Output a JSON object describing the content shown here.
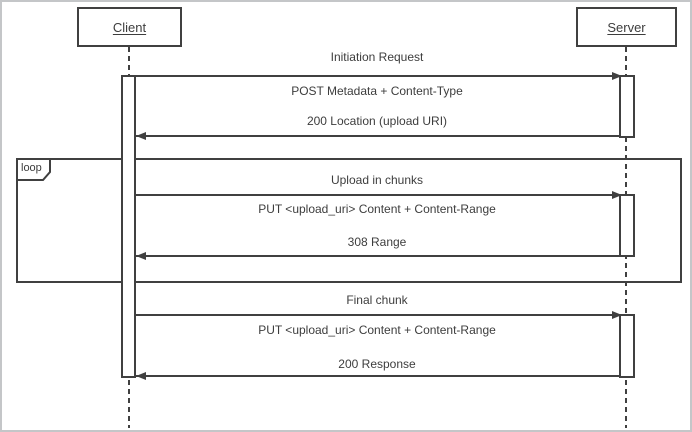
{
  "actors": [
    {
      "name": "Client"
    },
    {
      "name": "Server"
    }
  ],
  "loop_frame": {
    "label": "loop"
  },
  "sections": [
    {
      "title": "Initiation Request",
      "request": "POST Metadata + Content-Type",
      "response": "200 Location (upload URI)"
    },
    {
      "title": "Upload in chunks",
      "request": "PUT <upload_uri> Content + Content-Range",
      "response": "308 Range"
    },
    {
      "title": "Final chunk",
      "request": "PUT <upload_uri> Content + Content-Range",
      "response": "200 Response"
    }
  ],
  "colors": {
    "line": "#404040",
    "text": "#3d3d3d",
    "frame_border": "#c4c6c8",
    "background": "#ffffff"
  }
}
